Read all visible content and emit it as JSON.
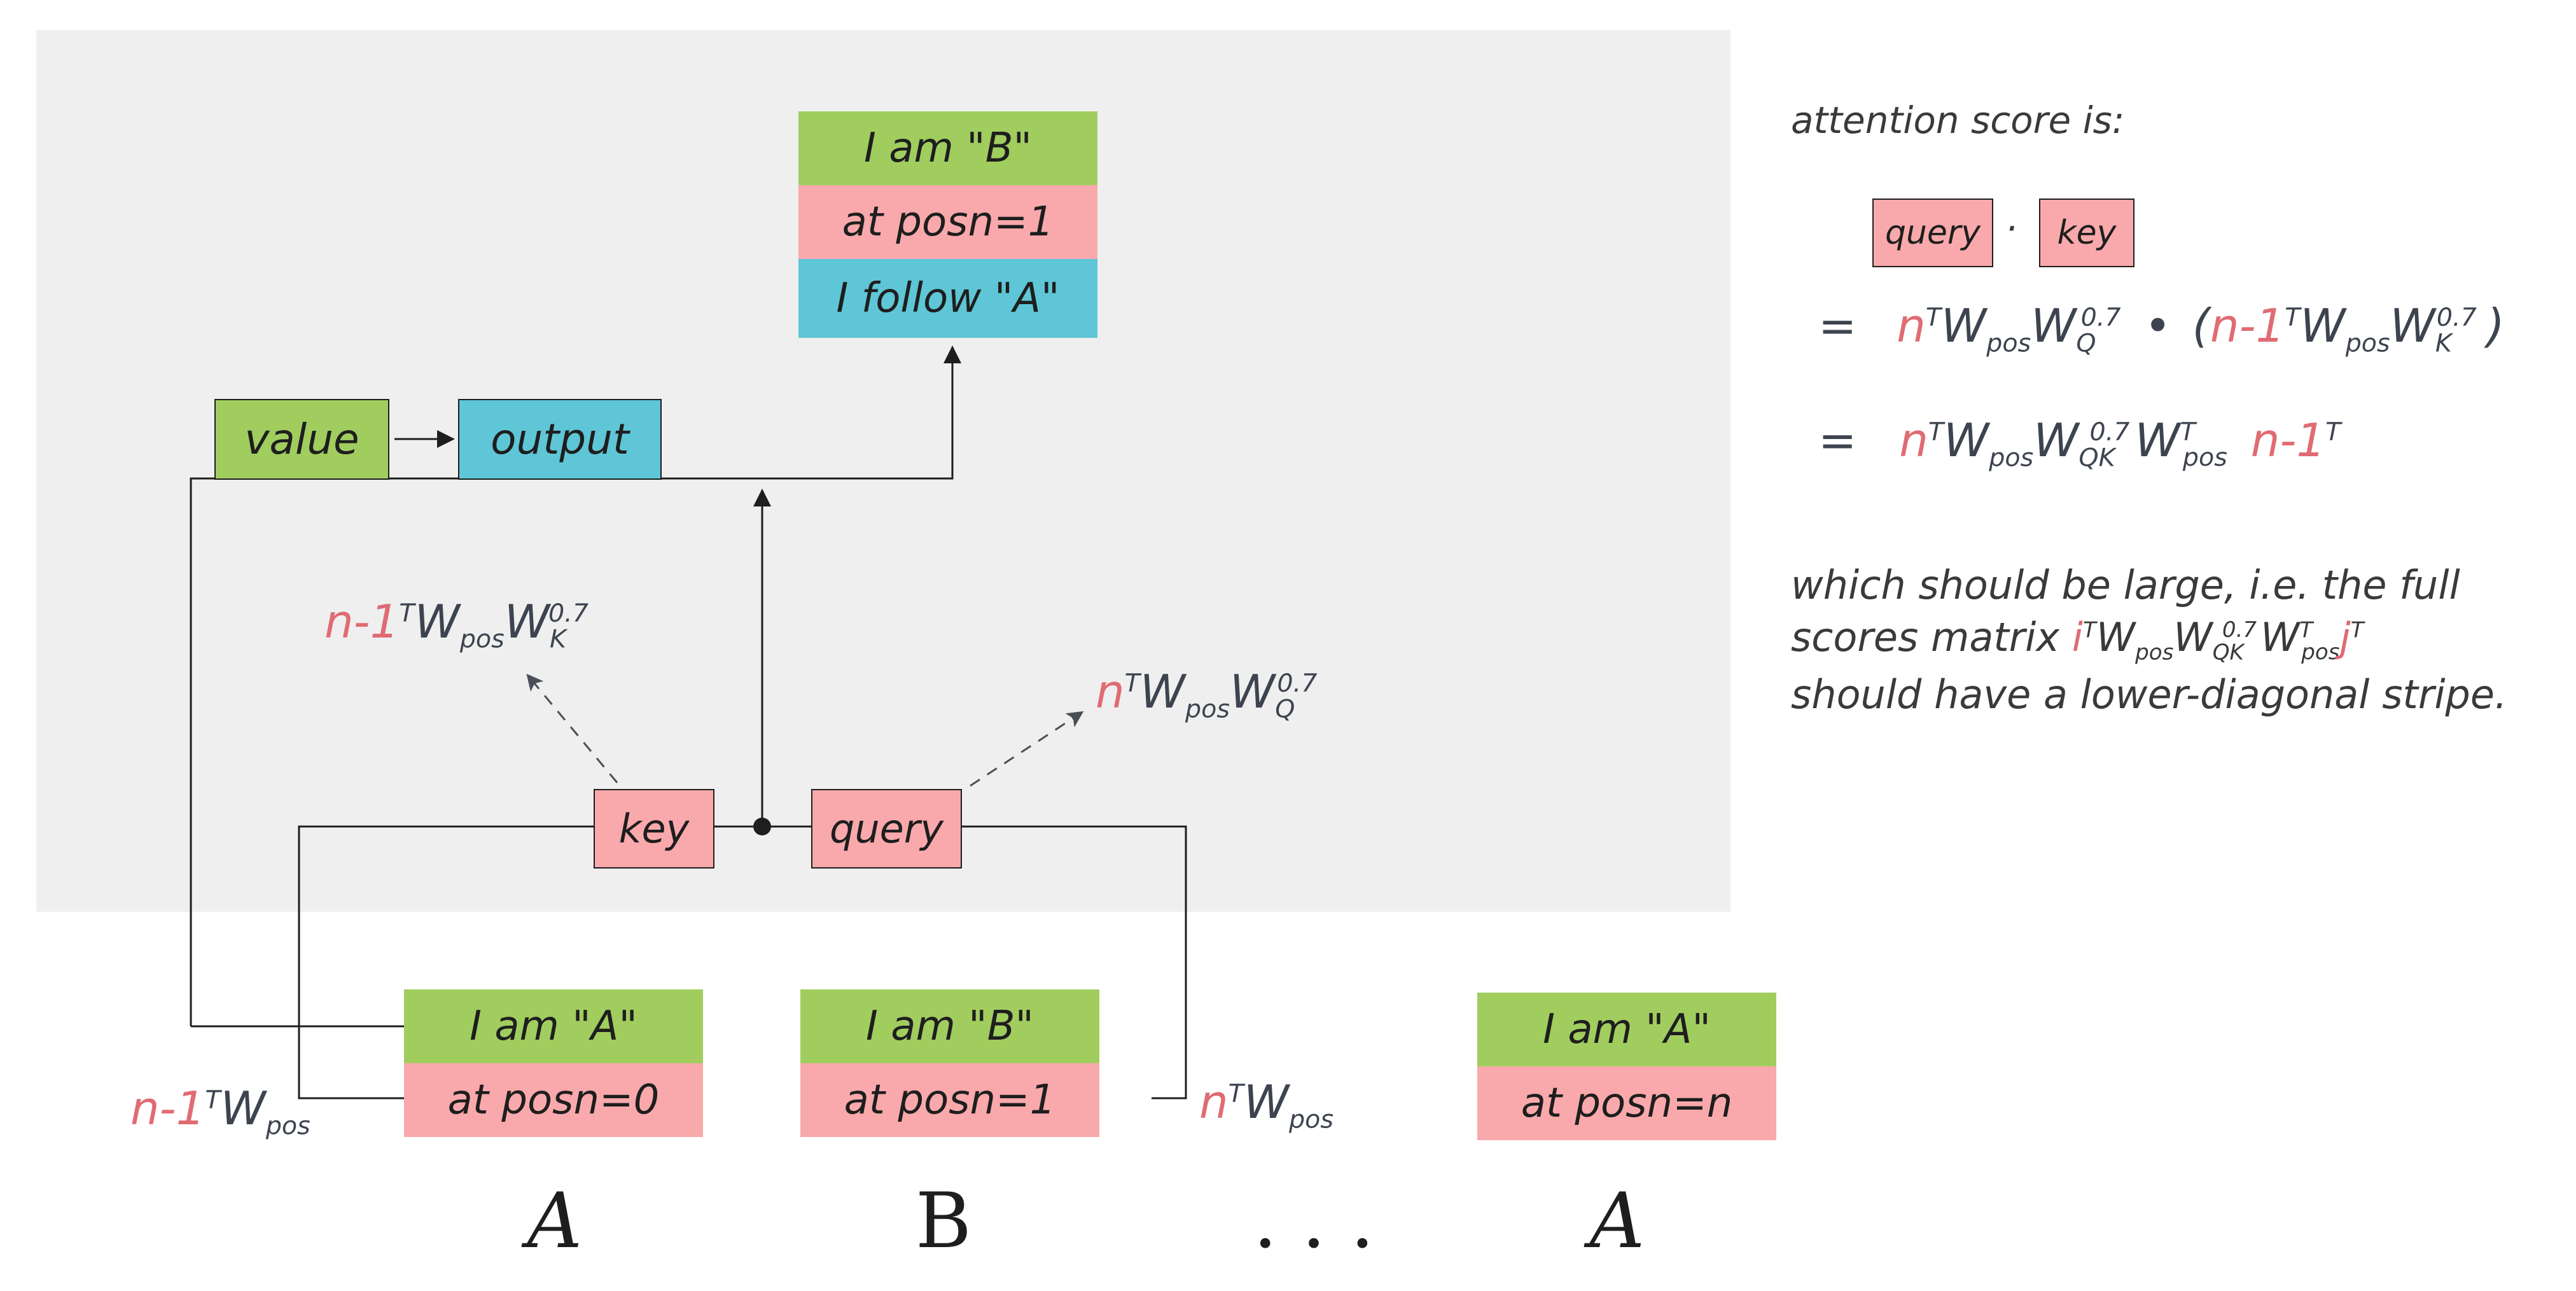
{
  "colors": {
    "green": "#a1cd5f",
    "pink": "#f9a9ab",
    "cyan": "#5ec6d6",
    "panel": "#efefef",
    "highlight": "#e06b73",
    "ink": "#1e1e1e"
  },
  "top_stack": {
    "line1": "I am \"B\"",
    "line2": "at posn=1",
    "line3": "I follow \"A\""
  },
  "value_label": "value",
  "output_label": "output",
  "key_label": "key",
  "query_label": "query",
  "key_vector": {
    "prefix": "n-1",
    "sup_t": "T",
    "w": "W",
    "sub_pos": "pos",
    "w2": "W",
    "sub_k": "K",
    "sup_07": "0.7"
  },
  "query_vector": {
    "prefix": "n",
    "sup_t": "T",
    "w": "W",
    "sub_pos": "pos",
    "w2": "W",
    "sub_q": "Q",
    "sup_07": "0.7"
  },
  "tokens": [
    {
      "line1": "I am \"A\"",
      "line2": "at posn=0",
      "symbol": "A"
    },
    {
      "line1": "I am \"B\"",
      "line2": "at posn=1",
      "symbol": "B"
    },
    {
      "line1": "I am \"A\"",
      "line2": "at posn=n",
      "symbol": "A"
    }
  ],
  "ellipsis": ". . .",
  "left_label": {
    "prefix": "n-1",
    "sup_t": "T",
    "w": "W",
    "sub_pos": "pos"
  },
  "right_label": {
    "prefix": "n",
    "sup_t": "T",
    "w": "W",
    "sub_pos": "pos"
  },
  "annotation": {
    "heading": "attention score is:",
    "query_box": "query",
    "dot": "·",
    "key_box": "key",
    "eq1": {
      "eq": "=",
      "n": "n",
      "t": "T",
      "w": "W",
      "pos": "pos",
      "wq": "W",
      "q": "Q",
      "p07": "0.7",
      "dot": "•",
      "open": "(",
      "n1": "n-1",
      "t2": "T",
      "w2": "W",
      "pos2": "pos",
      "wk": "W",
      "k": "K",
      "p07b": "0.7",
      "close": ")"
    },
    "eq2": {
      "eq": "=",
      "n": "n",
      "t": "T",
      "w": "W",
      "pos": "pos",
      "wqk": "W",
      "qk": "QK",
      "p07": "0.7",
      "wpos": "W",
      "t2": "T",
      "pos2": "pos",
      "n1": "n-1",
      "t3": "T"
    },
    "para_line1": "which should be large, i.e. the full",
    "para_line2_a": "scores matrix ",
    "para_line2_i": "i",
    "para_line2_t": "T",
    "para_line2_w": "W",
    "para_line2_pos": "pos",
    "para_line2_w2": "W",
    "para_line2_qk": "QK",
    "para_line2_07": "0.7",
    "para_line2_w3": "W",
    "para_line2_t2": "T",
    "para_line2_pos2": "pos",
    "para_line2_j": "j",
    "para_line2_t3": "T",
    "para_line3": "should have a lower-diagonal stripe."
  }
}
